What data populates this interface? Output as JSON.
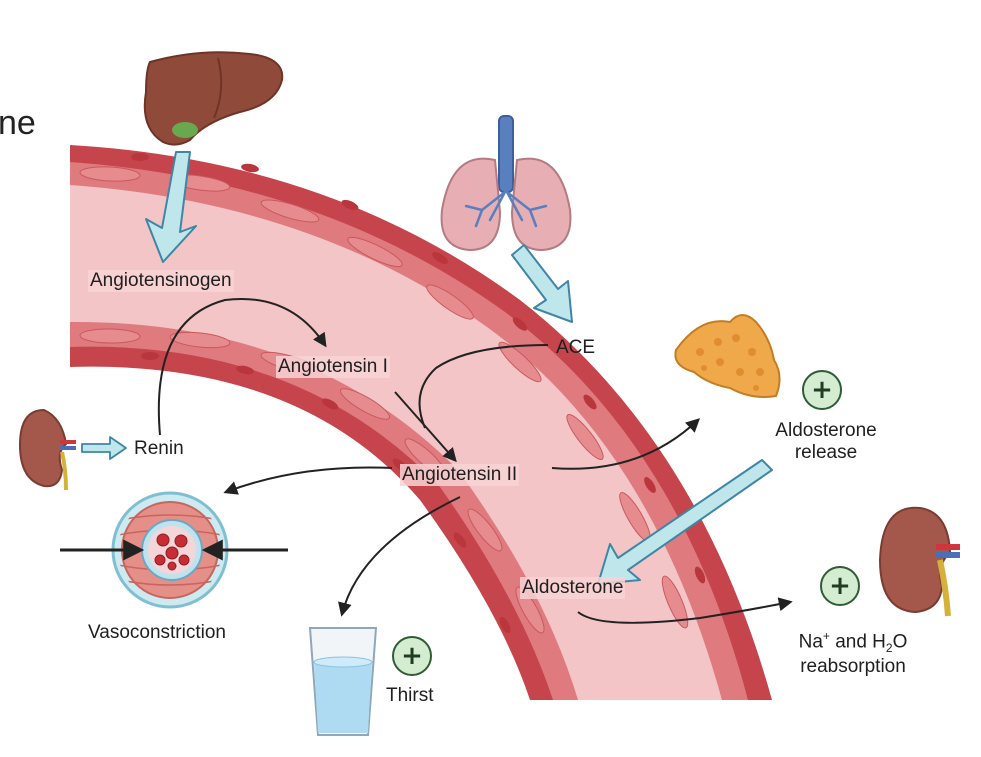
{
  "colors": {
    "vessel_outer": "#c6444c",
    "vessel_lumen": "#f3c5c6",
    "endothelium": "#e68c8f",
    "arrow_fill": "#bfe6ea",
    "arrow_stroke": "#3e86a6",
    "plus_fill": "#d4ecd0",
    "plus_border": "#2f5c34"
  },
  "labels": {
    "edge_fragment": "ne",
    "angiotensinogen": "Angiotensinogen",
    "angiotensin_i": "Angiotensin I",
    "angiotensin_ii": "Angiotensin II",
    "ace": "ACE",
    "renin": "Renin",
    "aldosterone_release_line1": "Aldosterone",
    "aldosterone_release_line2": "release",
    "aldosterone": "Aldosterone",
    "vasoconstriction": "Vasoconstriction",
    "thirst": "Thirst",
    "na": "Na",
    "na_charge": "+",
    "and_h": " and H",
    "h_subscript": "2",
    "o": "O",
    "reabsorption": "reabsorption"
  },
  "plus_signs": {
    "aldosterone_release": "+",
    "thirst": "+",
    "reabsorption": "+"
  },
  "icons": [
    "liver-icon",
    "lungs-icon",
    "adrenal-gland-icon",
    "kidney-icon",
    "artery-cross-section-icon",
    "water-glass-icon"
  ]
}
